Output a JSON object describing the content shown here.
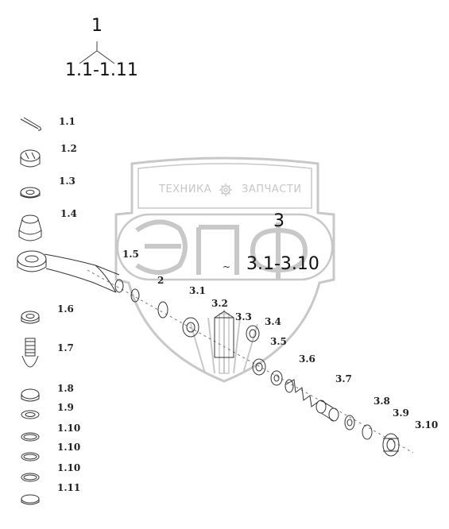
{
  "assembly": {
    "main_number": "1",
    "main_range": "1.1-1.11",
    "sub_number": "3",
    "sub_range": "3.1-3.10"
  },
  "watermark": {
    "top_text_left": "ТЕХНИКА",
    "top_text_right": "ЗАПЧАСТИ",
    "logo_text": "ЭПФ",
    "icon": "gear-icon",
    "color": "#c8c8c8"
  },
  "parts": {
    "p1_1": "1.1",
    "p1_2": "1.2",
    "p1_3": "1.3",
    "p1_4": "1.4",
    "p1_5": "1.5",
    "p1_6": "1.6",
    "p1_7": "1.7",
    "p1_8": "1.8",
    "p1_9": "1.9",
    "p1_10a": "1.10",
    "p1_10b": "1.10",
    "p1_10c": "1.10",
    "p1_11": "1.11",
    "p2": "2",
    "p3_1": "3.1",
    "p3_2": "3.2",
    "p3_3": "3.3",
    "p3_4": "3.4",
    "p3_5": "3.5",
    "p3_6": "3.6",
    "p3_7": "3.7",
    "p3_8": "3.8",
    "p3_9": "3.9",
    "p3_10": "3.10"
  }
}
